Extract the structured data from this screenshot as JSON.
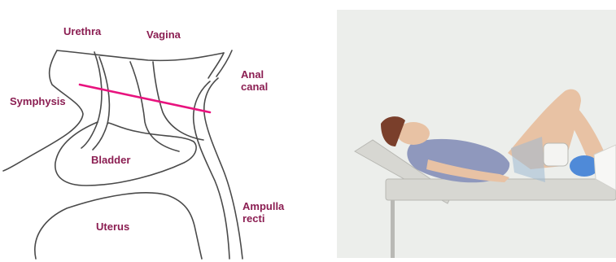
{
  "anatomy_diagram": {
    "labels": {
      "urethra": "Urethra",
      "vagina": "Vagina",
      "anal_canal": "Anal\ncanal",
      "symphysis": "Symphysis",
      "bladder": "Bladder",
      "uterus": "Uterus",
      "ampulla_recti": "Ampulla\nrecti"
    },
    "colors": {
      "label": "#8b1e52",
      "outline": "#4a4a4a",
      "reference_line": "#e8137e"
    }
  },
  "exam_illustration": {
    "colors": {
      "background": "#eceeeb",
      "table": "#d7d7d2",
      "shirt": "#8f98bd",
      "skin": "#e8c2a4",
      "hair": "#7a3f2b",
      "glove": "#4f8ad8",
      "probe_beam": "#9fb9d2"
    }
  }
}
